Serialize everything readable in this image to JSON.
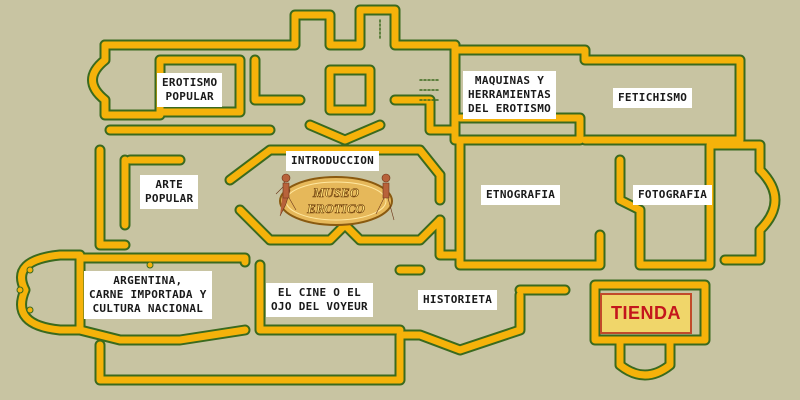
{
  "map": {
    "wall_color": "#f5b20a",
    "wall_edge": "#3a6a1e",
    "floor_color": "#c8c4a2"
  },
  "logo": {
    "line1": "MUSEO",
    "line2": "EROTICO",
    "bg_color": "#e6b85a"
  },
  "rooms": {
    "erotismo_popular": "EROTISMO\nPOPULAR",
    "maquinas": "MAQUINAS Y\nHERRAMIENTAS\nDEL EROTISMO",
    "fetichismo": "FETICHISMO",
    "introduccion": "INTRODUCCION",
    "arte_popular": "ARTE\nPOPULAR",
    "etnografia": "ETNOGRAFIA",
    "fotografia": "FOTOGRAFIA",
    "argentina": "ARGENTINA,\nCARNE IMPORTADA Y\nCULTURA NACIONAL",
    "cine": "EL CINE O EL\nOJO DEL VOYEUR",
    "historieta": "HISTORIETA",
    "tienda": "TIENDA"
  }
}
